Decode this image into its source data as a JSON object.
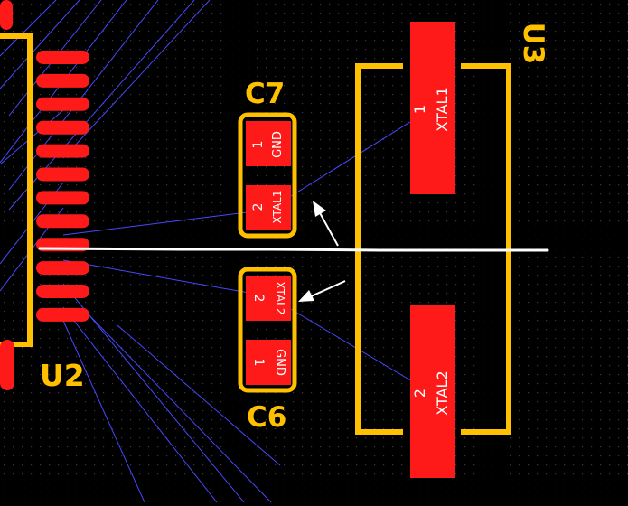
{
  "colors": {
    "background": "#000000",
    "grid_dot": "#3a3a3a",
    "pad": "#ff1a1a",
    "silkscreen": "#ffc000",
    "ratsnest": "#4848ff",
    "annotation": "#ffffff",
    "pad_text": "#ffffff"
  },
  "designators": {
    "u2": "U2",
    "u3": "U3",
    "c6": "C6",
    "c7": "C7"
  },
  "components": {
    "c7": {
      "pad1": {
        "number": "1",
        "net": "GND"
      },
      "pad2": {
        "number": "2",
        "net": "XTAL1"
      }
    },
    "c6": {
      "pad1": {
        "number": "1",
        "net": "GND"
      },
      "pad2": {
        "number": "2",
        "net": "XTAL2"
      }
    },
    "u3": {
      "pad1": {
        "number": "1",
        "net": "XTAL1"
      },
      "pad2": {
        "number": "2",
        "net": "XTAL2"
      }
    },
    "u2": {
      "visible_pin_count": 12
    }
  }
}
